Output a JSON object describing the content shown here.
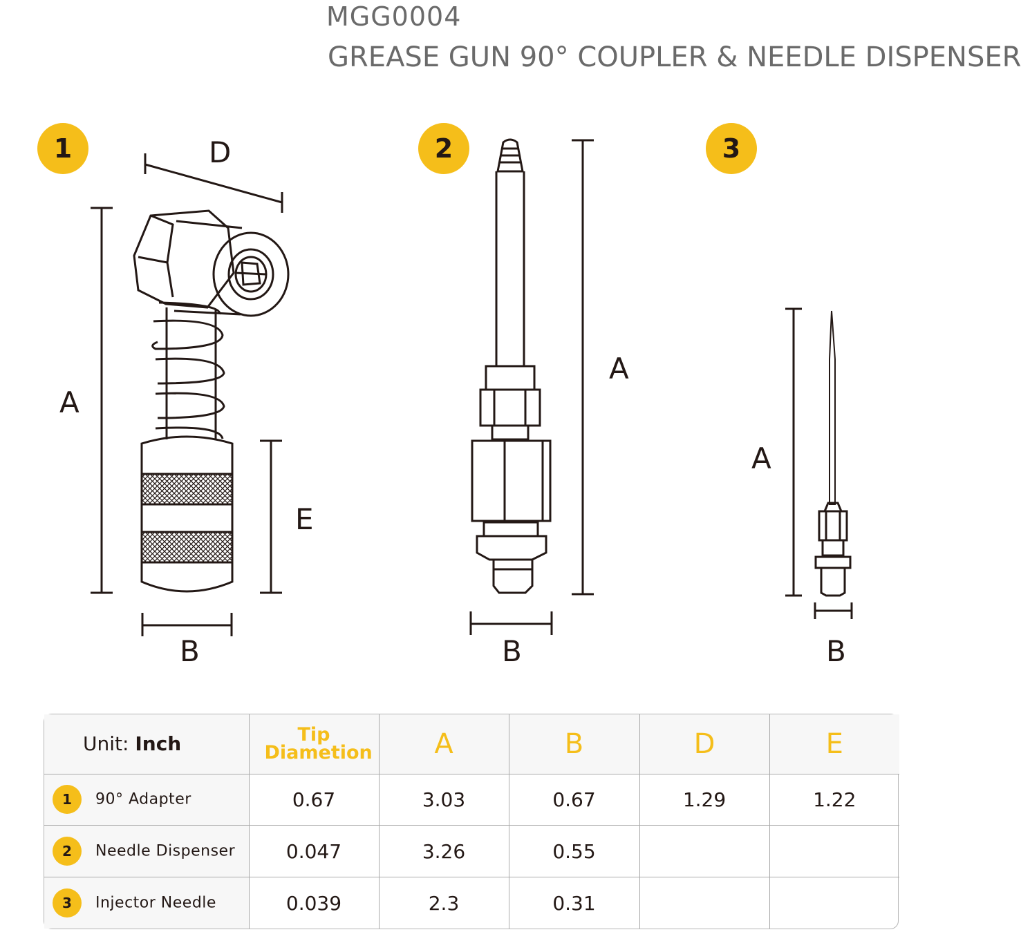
{
  "header": {
    "model": "MGG0004",
    "title": "GREASE GUN 90° COUPLER & NEEDLE DISPENSER"
  },
  "diagrams": [
    {
      "badge": "1",
      "labels": {
        "A": "A",
        "B": "B",
        "D": "D",
        "E": "E"
      }
    },
    {
      "badge": "2",
      "labels": {
        "A": "A",
        "B": "B"
      }
    },
    {
      "badge": "3",
      "labels": {
        "A": "A",
        "B": "B"
      }
    }
  ],
  "table": {
    "unit_label": "Unit: ",
    "unit_value": "Inch",
    "headers": [
      "Tip Diametion",
      "A",
      "B",
      "D",
      "E"
    ],
    "rows": [
      {
        "badge": "1",
        "name": "90° Adapter",
        "values": [
          "0.67",
          "3.03",
          "0.67",
          "1.29",
          "1.22"
        ]
      },
      {
        "badge": "2",
        "name": "Needle Dispenser",
        "values": [
          "0.047",
          "3.26",
          "0.55",
          "",
          ""
        ]
      },
      {
        "badge": "3",
        "name": "Injector Needle",
        "values": [
          "0.039",
          "2.3",
          "0.31",
          "",
          ""
        ]
      }
    ]
  },
  "colors": {
    "accent": "#f5be1a",
    "line": "#231815",
    "header_text": "#6a6a6a"
  }
}
